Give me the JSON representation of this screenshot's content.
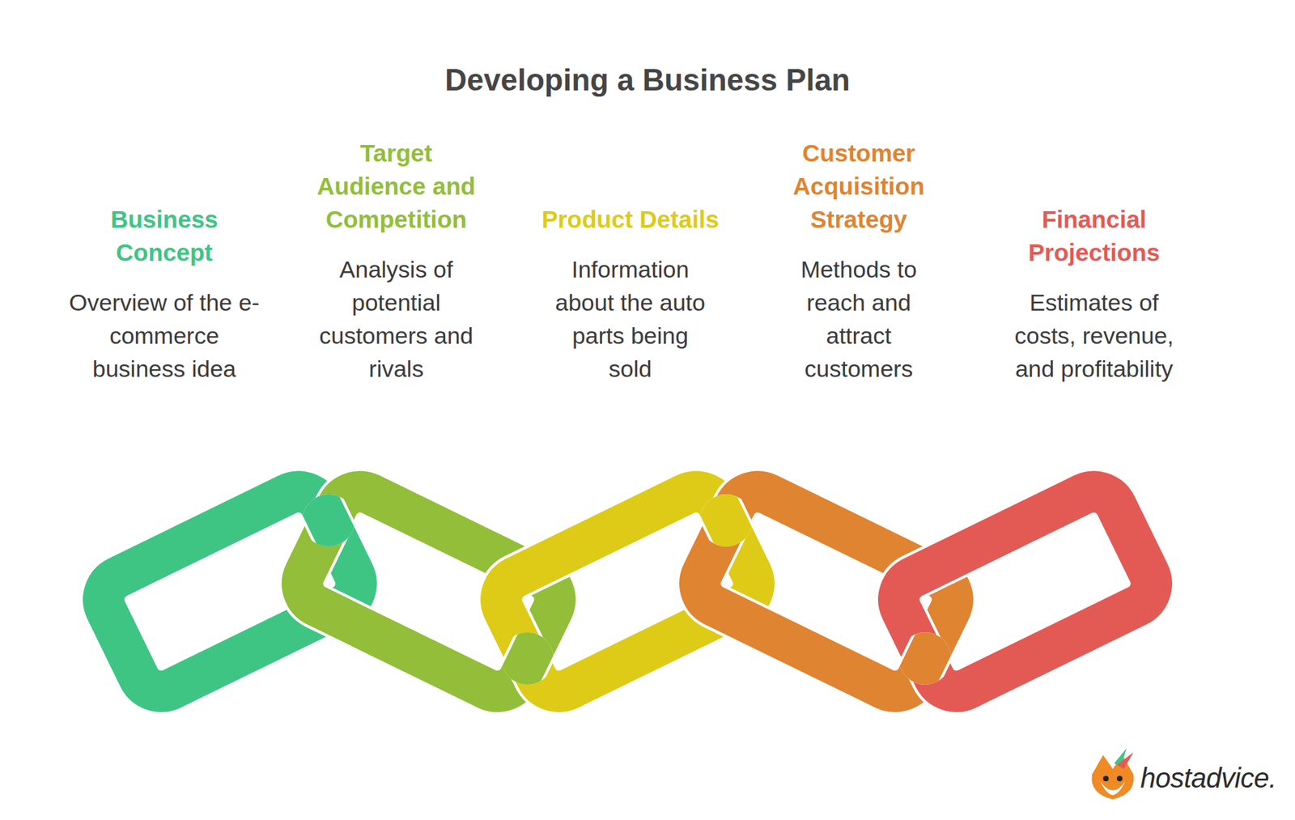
{
  "diagram": {
    "title": "Developing a Business Plan",
    "nodes": [
      {
        "text": [
          "Business Concept",
          "Overview of the e-commerce business idea"
        ]
      },
      {
        "text": [
          "Target Audience and Competition",
          "Analysis of potential customers and rivals"
        ]
      },
      {
        "text": [
          "Product Details",
          "Information about the auto parts being sold"
        ]
      },
      {
        "text": [
          "Customer Acquisition Strategy",
          "Methods to reach and attract customers"
        ]
      },
      {
        "text": [
          "Financial Projections",
          "Estimates of costs, revenue, and profitability"
        ]
      }
    ],
    "labels": [
      "hostadvice."
    ]
  }
}
